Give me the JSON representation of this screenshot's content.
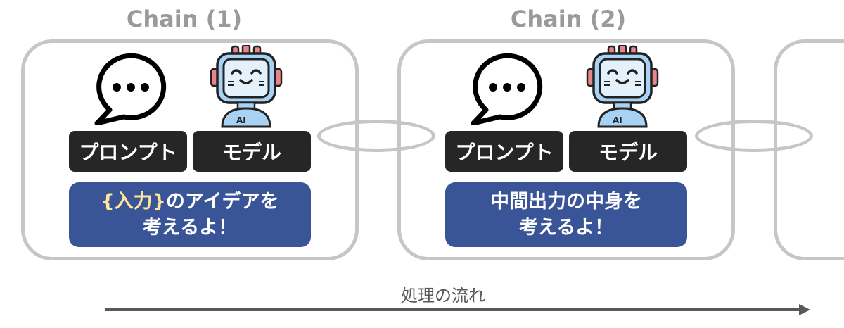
{
  "chains": [
    {
      "title": "Chain (1)",
      "prompt_label": "プロンプト",
      "model_label": "モデル",
      "task_highlight": "{入力}",
      "task_line1_rest": "のアイデアを",
      "task_line2": "考えるよ！"
    },
    {
      "title": "Chain (2)",
      "prompt_label": "プロンプト",
      "model_label": "モデル",
      "task_highlight": "",
      "task_line1_rest": "中間出力の中身を",
      "task_line2": "考えるよ！"
    }
  ],
  "robot_badge": "AI",
  "flow": {
    "label": "処理の流れ"
  },
  "icons": [
    "speech-bubble-icon",
    "robot-ai-icon",
    "arrow-right-icon"
  ],
  "colors": {
    "chain_border": "#c6c6c6",
    "chain_title": "#9a9a9a",
    "label_background": "#262626",
    "task_background": "#3a5597",
    "highlight_text": "#ffe699",
    "robot_face": "#a8d2f4"
  }
}
